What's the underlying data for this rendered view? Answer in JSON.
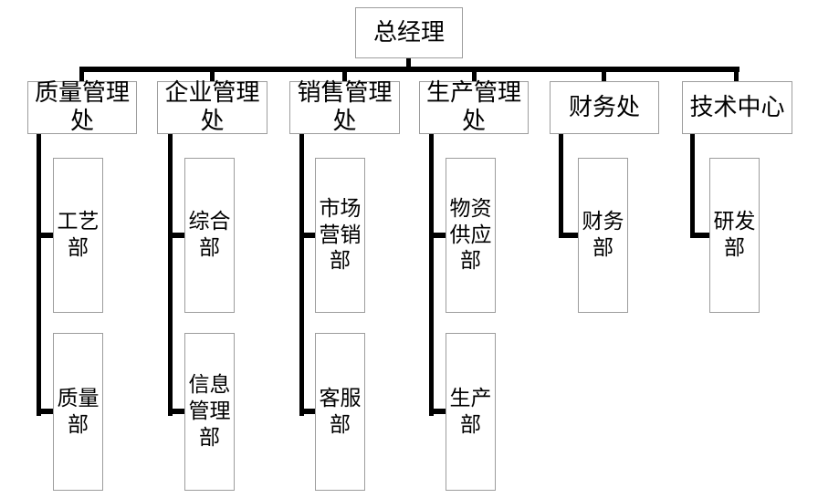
{
  "org_chart": {
    "root": {
      "label": "总经理"
    },
    "branches": [
      {
        "label": "质量管理处",
        "children": [
          {
            "label": "工艺部"
          },
          {
            "label": "质量部"
          }
        ]
      },
      {
        "label": "企业管理处",
        "children": [
          {
            "label": "综合部"
          },
          {
            "label": "信息管理部"
          }
        ]
      },
      {
        "label": "销售管理处",
        "children": [
          {
            "label": "市场营销部"
          },
          {
            "label": "客服部"
          }
        ]
      },
      {
        "label": "生产管理处",
        "children": [
          {
            "label": "物资供应部"
          },
          {
            "label": "生产部"
          }
        ]
      },
      {
        "label": "财务处",
        "children": [
          {
            "label": "财务部"
          }
        ]
      },
      {
        "label": "技术中心",
        "children": [
          {
            "label": "研发部"
          }
        ]
      }
    ],
    "colors": {
      "connector": "#000000",
      "box_border": "#9d9d9d",
      "box_fill": "#ffffff",
      "text": "#000000",
      "background": "#ffffff"
    }
  }
}
